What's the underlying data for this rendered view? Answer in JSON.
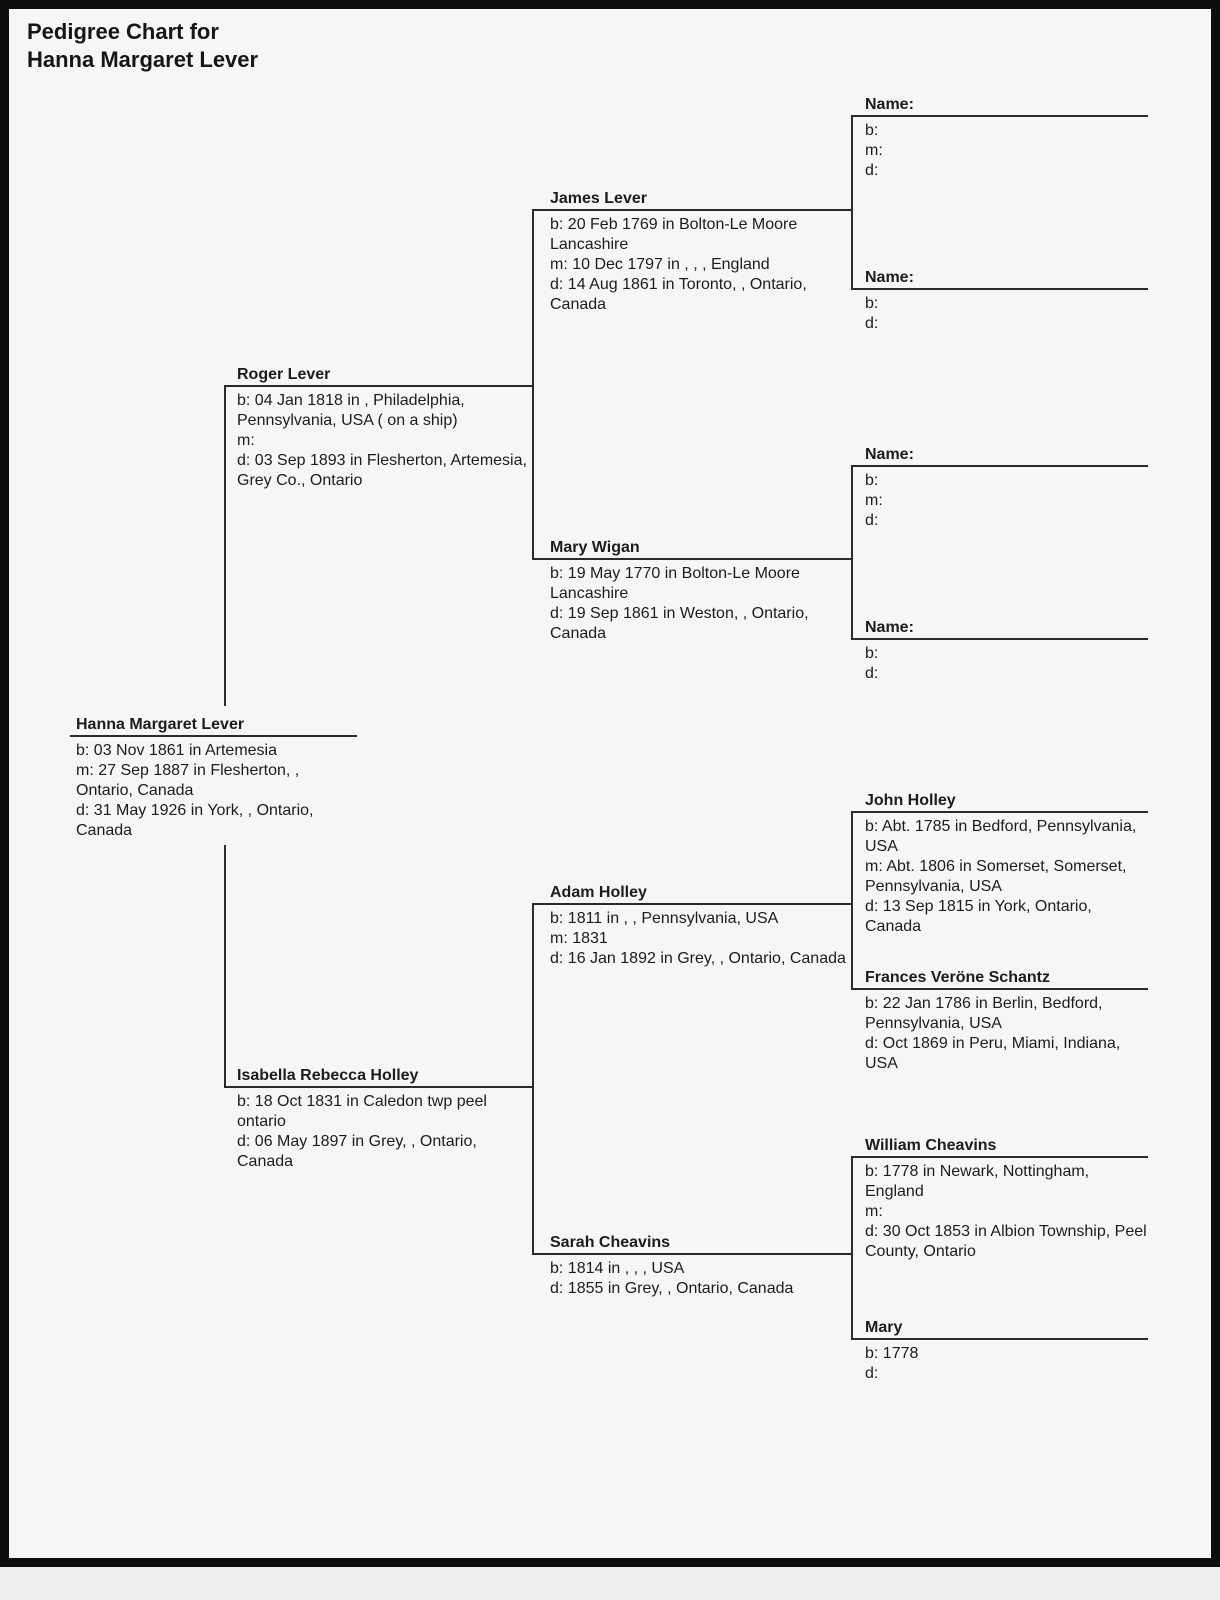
{
  "page": {
    "title_line1": "Pedigree Chart for",
    "title_line2": "Hanna Margaret Lever"
  },
  "persons": {
    "hanna": {
      "name": "Hanna Margaret Lever",
      "lines": [
        "b: 03 Nov 1861 in Artemesia",
        "m: 27 Sep 1887 in Flesherton, , Ontario, Canada",
        "d: 31 May 1926 in York, , Ontario, Canada"
      ]
    },
    "roger": {
      "name": "Roger Lever",
      "lines": [
        "b: 04 Jan 1818 in , Philadelphia, Pennsylvania, USA ( on a ship)",
        "m:",
        "d: 03 Sep 1893 in Flesherton, Artemesia, Grey Co., Ontario"
      ]
    },
    "isabella": {
      "name": "Isabella Rebecca Holley",
      "lines": [
        "b: 18 Oct 1831 in Caledon twp peel ontario",
        "d: 06 May 1897 in Grey, , Ontario, Canada"
      ]
    },
    "james": {
      "name": "James Lever",
      "lines": [
        "b: 20 Feb 1769 in Bolton-Le Moore Lancashire",
        "m: 10 Dec 1797 in , , , England",
        "d: 14 Aug 1861 in Toronto, , Ontario, Canada"
      ]
    },
    "mary_wigan": {
      "name": "Mary Wigan",
      "lines": [
        "b: 19 May 1770 in Bolton-Le Moore Lancashire",
        "d: 19 Sep 1861 in Weston, , Ontario, Canada"
      ]
    },
    "adam": {
      "name": "Adam Holley",
      "lines": [
        "b: 1811 in , , Pennsylvania, USA",
        "m: 1831",
        "d: 16 Jan 1892 in Grey, , Ontario, Canada"
      ]
    },
    "sarah": {
      "name": "Sarah Cheavins",
      "lines": [
        "b: 1814 in , , , USA",
        "d: 1855 in Grey, , Ontario, Canada"
      ]
    },
    "blank1": {
      "name": "Name:",
      "lines": [
        "b:",
        "m:",
        "d:"
      ]
    },
    "blank2": {
      "name": "Name:",
      "lines": [
        "b:",
        "d:"
      ]
    },
    "blank3": {
      "name": "Name:",
      "lines": [
        "b:",
        "m:",
        "d:"
      ]
    },
    "blank4": {
      "name": "Name:",
      "lines": [
        "b:",
        "d:"
      ]
    },
    "john": {
      "name": "John Holley",
      "lines": [
        "b: Abt. 1785 in Bedford, Pennsylvania, USA",
        "m: Abt. 1806 in Somerset, Somerset, Pennsylvania, USA",
        "d: 13 Sep 1815 in York, Ontario, Canada"
      ]
    },
    "frances": {
      "name": "Frances Veröne Schantz",
      "lines": [
        "b: 22 Jan 1786 in Berlin, Bedford, Pennsylvania, USA",
        "d: Oct 1869 in Peru, Miami, Indiana, USA"
      ]
    },
    "william": {
      "name": "William Cheavins",
      "lines": [
        "b: 1778 in Newark, Nottingham, England",
        "m:",
        "d: 30 Oct 1853 in Albion Township, Peel County, Ontario"
      ]
    },
    "mary": {
      "name": "Mary",
      "lines": [
        "b: 1778",
        "d:"
      ]
    }
  },
  "colors": {
    "line": "#2b2b2b",
    "frame": "#0e0e0e",
    "page_background": "#f7f6f4"
  }
}
